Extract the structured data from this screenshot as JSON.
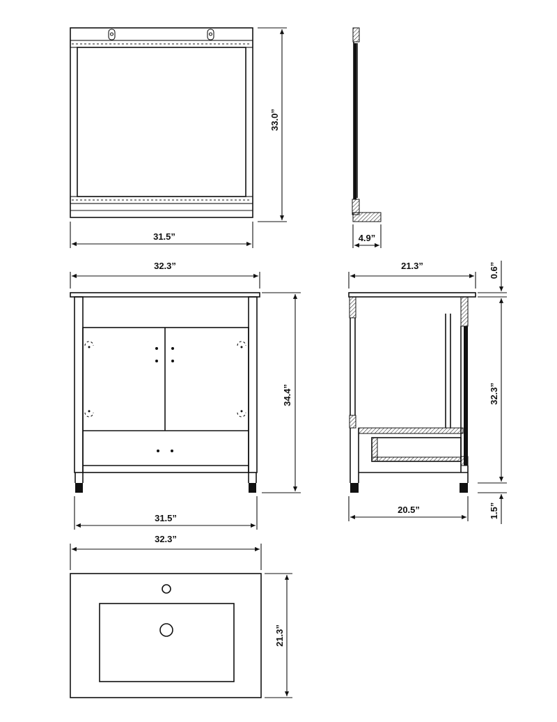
{
  "views": {
    "mirror_front": {
      "width_label": "31.5”",
      "height_label": "33.0”"
    },
    "mirror_side": {
      "depth_label": "4.9”"
    },
    "vanity_front": {
      "top_width_label": "32.3”",
      "height_label": "34.4”",
      "base_width_label": "31.5”"
    },
    "vanity_side": {
      "top_depth_label": "21.3”",
      "top_thickness_label": "0.6”",
      "cabinet_height_label": "32.3”",
      "base_depth_label": "20.5”",
      "leg_height_label": "1.5”"
    },
    "countertop_top": {
      "width_label": "32.3”",
      "depth_label": "21.3”"
    }
  }
}
